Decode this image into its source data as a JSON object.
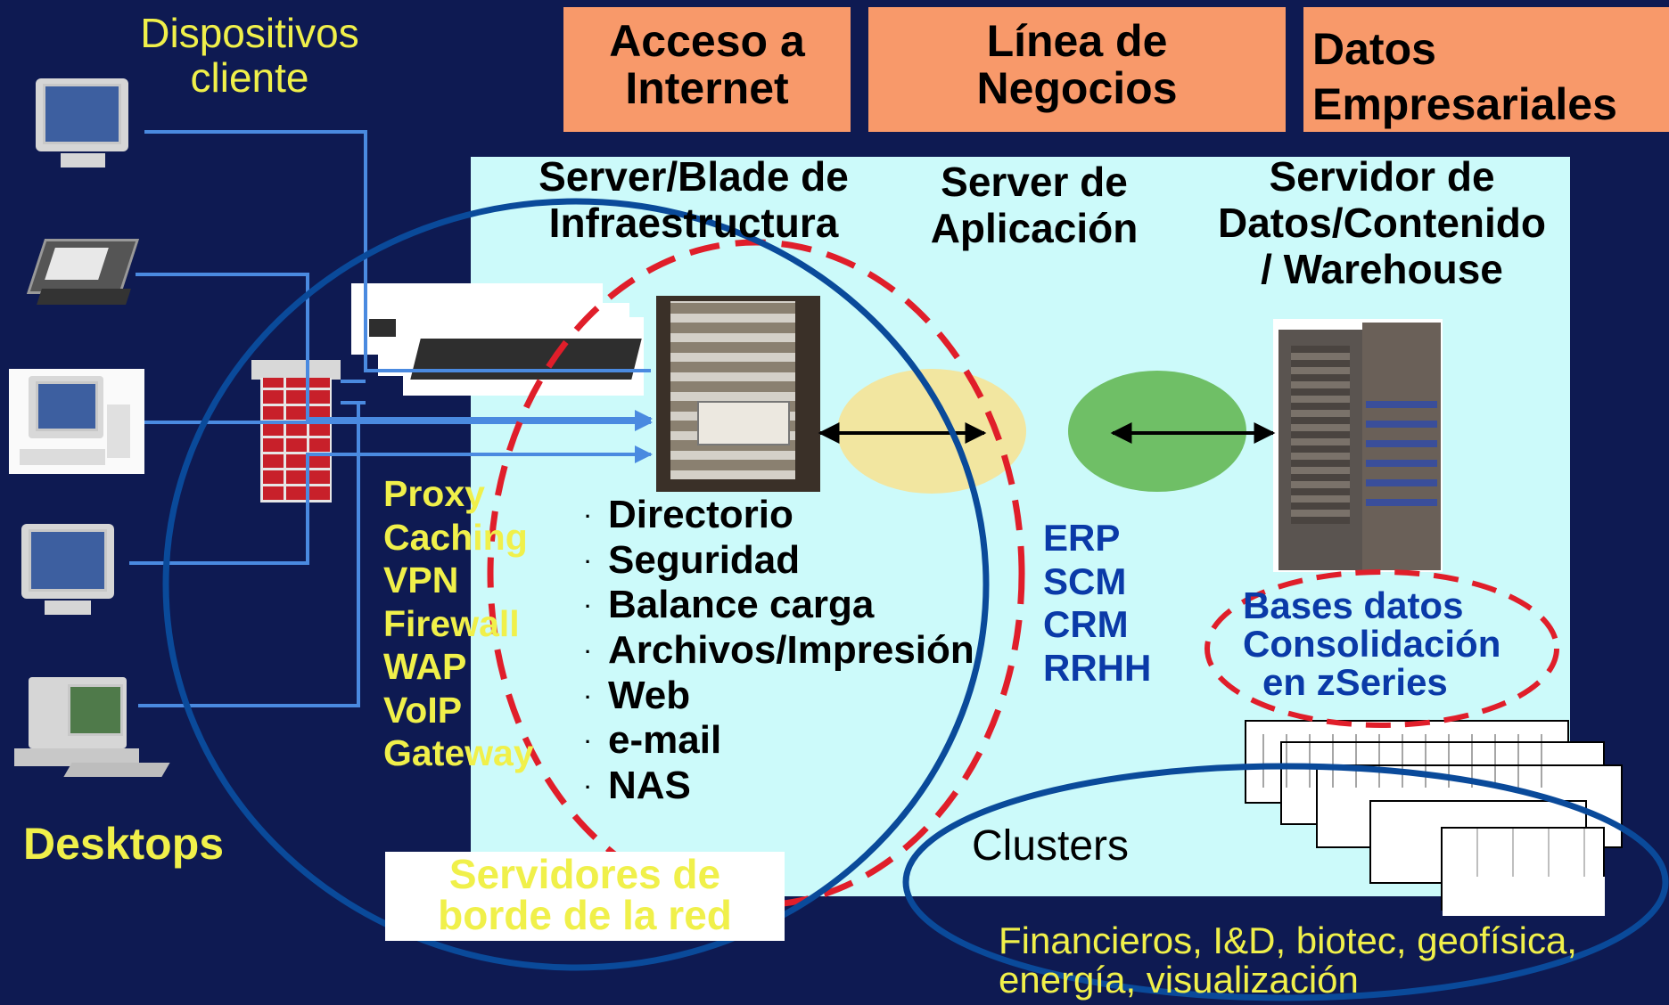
{
  "headers": {
    "internet": [
      "Acceso a",
      "Internet"
    ],
    "business": [
      "Línea de",
      "Negocios"
    ],
    "data": [
      "Datos",
      "Empresariales"
    ]
  },
  "client_devices_label": [
    "Dispositivos",
    "cliente"
  ],
  "desktops_label": "Desktops",
  "columns": {
    "infra": [
      "Server/Blade de",
      "Infraestructura"
    ],
    "app": [
      "Server de",
      "Aplicación"
    ],
    "data": [
      "Servidor de",
      "Datos/Contenido",
      "/ Warehouse"
    ]
  },
  "edge_services": [
    "Proxy",
    "Caching",
    "VPN",
    "Firewall",
    "WAP",
    "VoIP",
    "Gateway"
  ],
  "infra_services": [
    "Directorio",
    "Seguridad",
    "Balance carga",
    "Archivos/Impresión",
    "Web",
    "e-mail",
    "NAS"
  ],
  "app_services": [
    "ERP",
    "SCM",
    "CRM",
    "RRHH"
  ],
  "consolidation": [
    "Bases datos",
    "Consolidación",
    "en zSeries"
  ],
  "edge_servers_label": [
    "Servidores de",
    "borde de la red"
  ],
  "clusters_label": "Clusters",
  "cluster_uses": [
    "Financieros, I&D, biotec, geofísica,",
    "energía, visualización"
  ],
  "colors": {
    "background": "#0e1a52",
    "header": "#f8996a",
    "panel": "#ccfafa",
    "yellow_text": "#f0f04a",
    "blue_text": "#0a3aa8",
    "dashed_red": "#e01e2a",
    "circle_blue": "#0a4a9a"
  },
  "icons": [
    "monitor-icon",
    "handheld-icon",
    "terminal-icon",
    "monitor-icon",
    "desktop-pc-icon",
    "firewall-brick-icon",
    "blade-server-icon",
    "rack-server-icon",
    "mainframe-icon",
    "cluster-servers-icon"
  ]
}
